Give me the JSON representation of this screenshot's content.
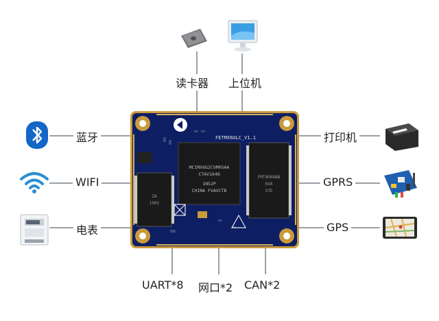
{
  "diagram": {
    "board": {
      "silkscreen": "FETMX6ULC_V1.1",
      "cpu_lines": [
        "MCIMX6G2CVM05AA",
        "CTAV1648",
        "1N52P",
        "CHINA FVAVCTB"
      ],
      "flash_lines": [
        "FMT4G08AB",
        "6VA",
        "STE"
      ],
      "ram_lines": [
        "ZA",
        "1902"
      ]
    },
    "labels": {
      "card_reader": "读卡器",
      "host_pc": "上位机",
      "bluetooth": "蓝牙",
      "wifi": "WIFI",
      "meter": "电表",
      "printer": "打印机",
      "gprs": "GPRS",
      "gps": "GPS",
      "uart": "UART*8",
      "ethernet": "网口*2",
      "can": "CAN*2"
    },
    "colors": {
      "board": "#0d1e63",
      "gold": "#c99a3a",
      "chip": "#1a1a1a",
      "line": "#9aa0a6",
      "bluetooth": "#1466c7",
      "wifi": "#2b8fd0"
    }
  }
}
